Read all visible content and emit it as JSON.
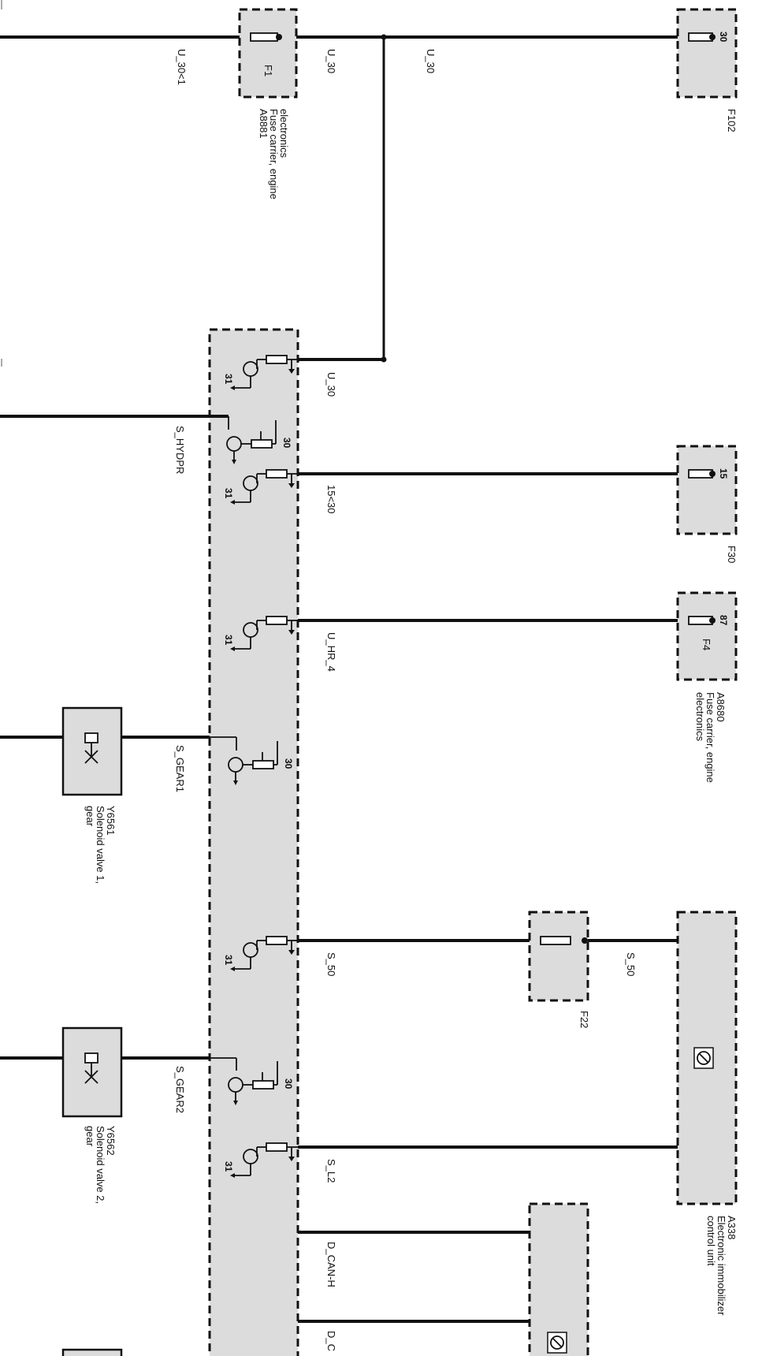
{
  "components": {
    "a8881": {
      "id": "A8881",
      "desc1": "Fuse carrier, engine",
      "desc2": "electronics",
      "fuse": "F1"
    },
    "f102": {
      "id": "F102",
      "pin": "30"
    },
    "f30": {
      "id": "F30",
      "pin": "15"
    },
    "a8680": {
      "id": "A8680",
      "desc1": "Fuse carrier, engine",
      "desc2": "electronics",
      "fuse": "F4",
      "pin": "87"
    },
    "f22": {
      "id": "F22"
    },
    "a338": {
      "id": "A338",
      "desc1": "Electronic immobilizer",
      "desc2": "control unit"
    },
    "y6561": {
      "id": "Y6561",
      "desc1": "Solenoid valve 1,",
      "desc2": "gear"
    },
    "y6562": {
      "id": "Y6562",
      "desc1": "Solenoid valve 2,",
      "desc2": "gear"
    }
  },
  "wires": {
    "u30_1": "U_30<1",
    "u30_a": "U_30",
    "u30_b": "U_30",
    "u30_c": "U_30",
    "s_hydpr": "S_HYDPR",
    "w15_30": "15<30",
    "u_hr_4": "U_HR_4",
    "s_gear1": "S_GEAR1",
    "s_50_a": "S_50",
    "s_50_b": "S_50",
    "s_gear2": "S_GEAR2",
    "s_l2": "S_L2",
    "d_can_h": "D_CAN-H",
    "d_c": "D_C"
  },
  "pins": {
    "ground": "31",
    "supply": "30"
  }
}
